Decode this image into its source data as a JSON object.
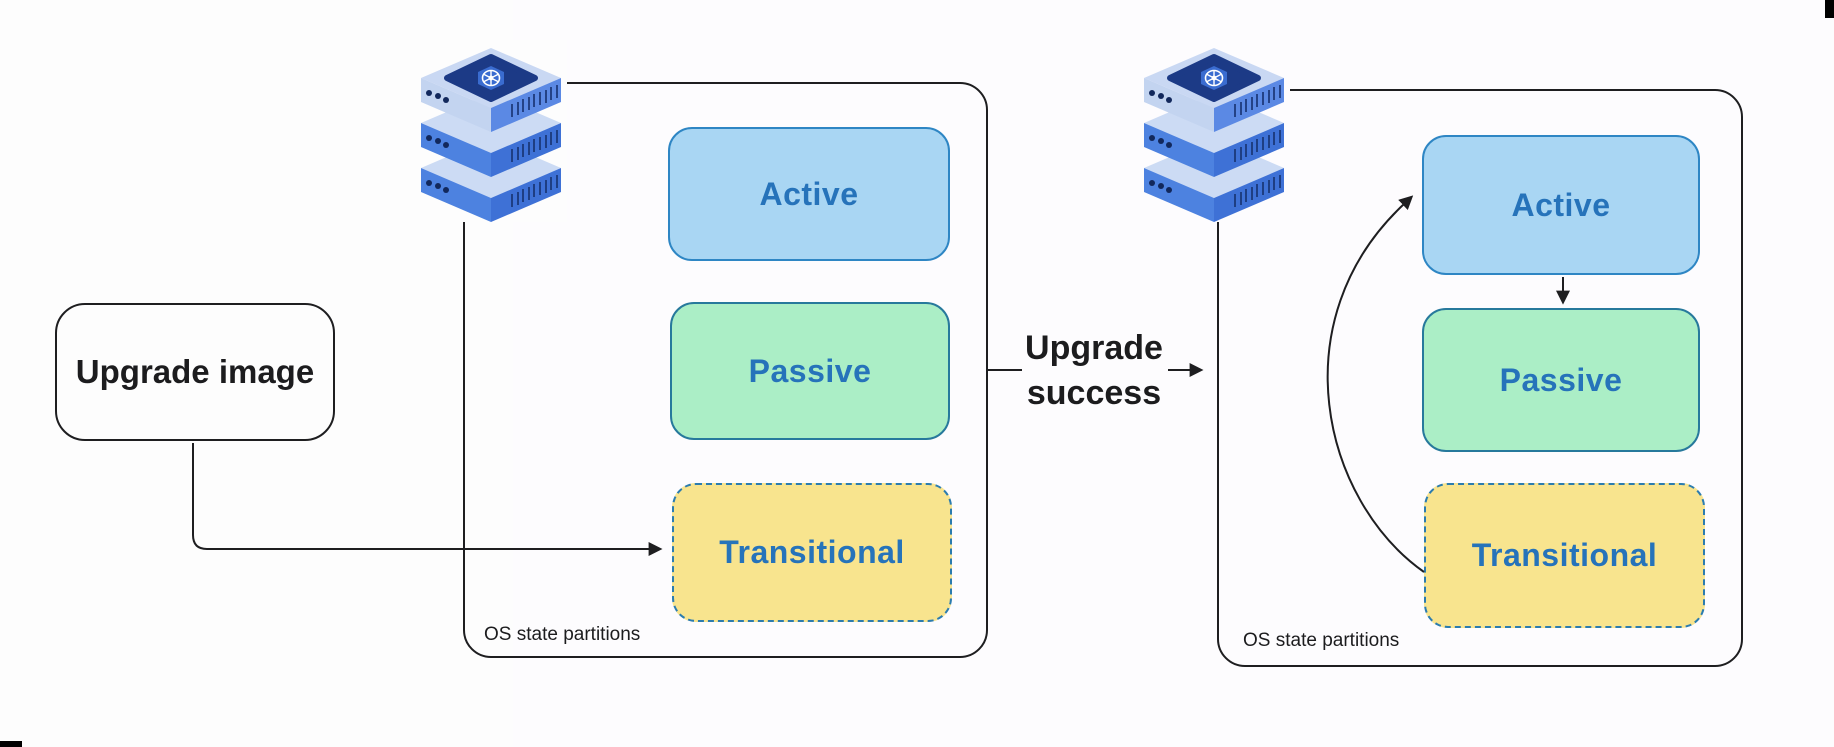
{
  "diagram": {
    "source_box": {
      "label": "Upgrade image"
    },
    "transition": {
      "line1": "Upgrade",
      "line2": "success"
    },
    "clusters": [
      {
        "side": "left",
        "icon": "kubernetes-server-stack-icon",
        "footer": "OS state partitions",
        "partitions": [
          {
            "type": "active",
            "label": "Active"
          },
          {
            "type": "passive",
            "label": "Passive"
          },
          {
            "type": "transitional",
            "label": "Transitional"
          }
        ]
      },
      {
        "side": "right",
        "icon": "kubernetes-server-stack-icon",
        "footer": "OS state partitions",
        "partitions": [
          {
            "type": "active",
            "label": "Active"
          },
          {
            "type": "passive",
            "label": "Passive"
          },
          {
            "type": "transitional",
            "label": "Transitional"
          }
        ]
      }
    ],
    "edges": [
      {
        "name": "upgrade-image-to-transitional",
        "from": "upgrade-image-box",
        "to": "left-transitional-partition"
      },
      {
        "name": "upgrade-success-transition",
        "from": "left-cluster",
        "to": "right-cluster",
        "label": "Upgrade success"
      },
      {
        "name": "active-to-passive",
        "from": "right-active-partition",
        "to": "right-passive-partition"
      },
      {
        "name": "transitional-to-active",
        "from": "right-transitional-partition",
        "to": "right-active-partition"
      }
    ]
  },
  "colors": {
    "active_fill": "#a9d6f3",
    "active_border": "#2e86c4",
    "passive_fill": "#abeec6",
    "passive_border": "#27799c",
    "transitional_fill": "#f8e48e",
    "transitional_border": "#2c7cae",
    "partition_text": "#2673ba",
    "line": "#1e1e20",
    "text_dark": "#1c1c1e"
  }
}
